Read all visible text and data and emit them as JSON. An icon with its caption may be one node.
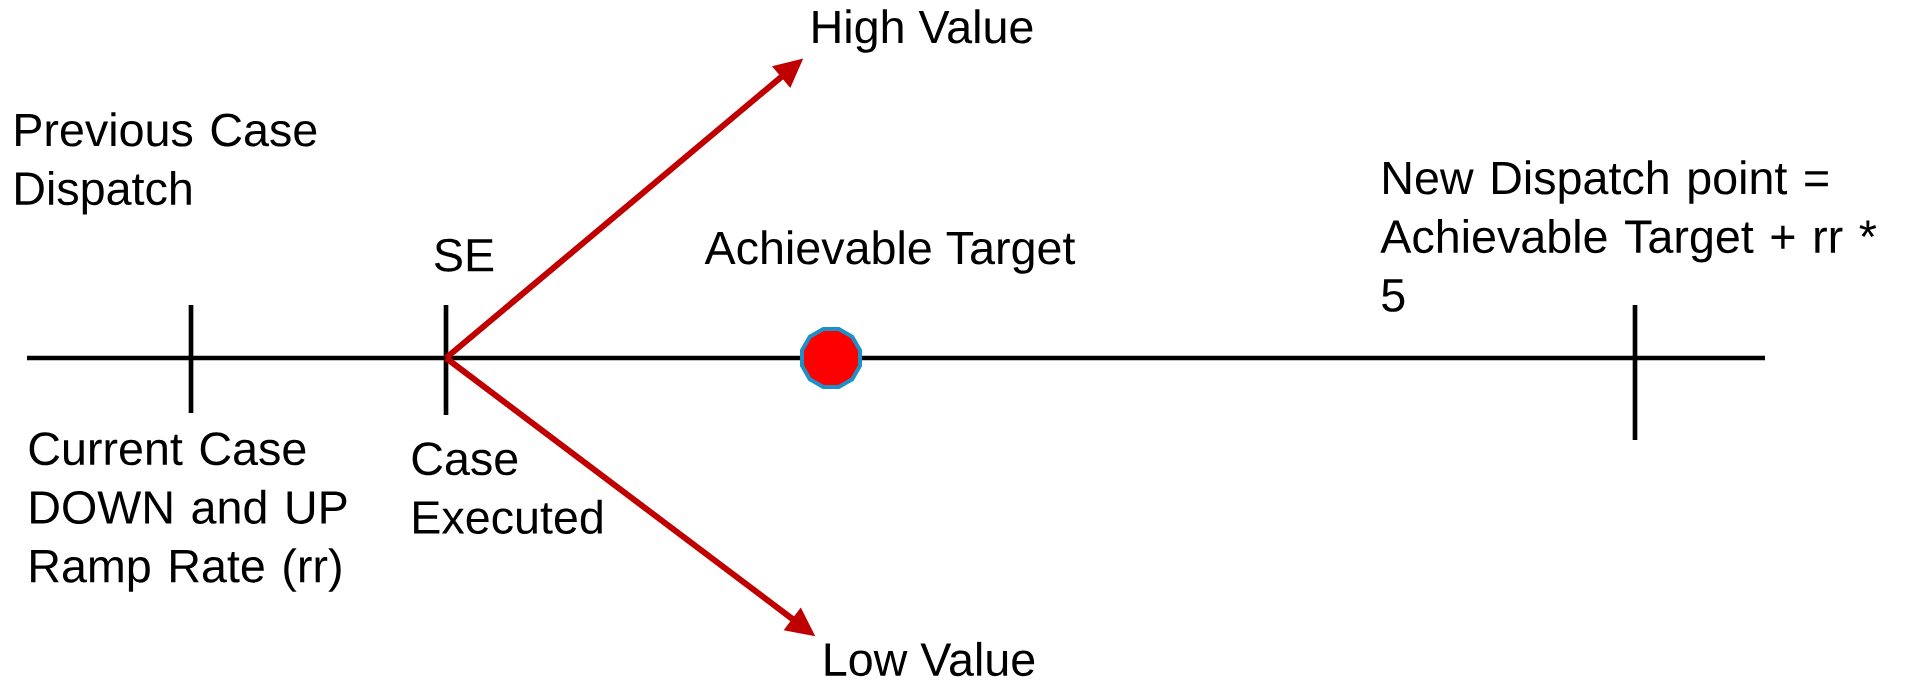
{
  "diagram": {
    "nodes": [
      {
        "text": [
          "High Value"
        ]
      },
      {
        "text": [
          "Low Value"
        ]
      },
      {
        "text": [],
        "shape": "circle"
      }
    ],
    "edges": [
      {
        "from": null,
        "to": 0,
        "arrow": "to",
        "color": "#c00000"
      },
      {
        "from": null,
        "to": 1,
        "arrow": "to",
        "color": "#c00000"
      }
    ],
    "labels": [
      "Previous Case Dispatch",
      "New Dispatch point = Achievable Target + rr * 5",
      "SE",
      "Achievable Target",
      "Current Case DOWN and UP Ramp Rate (rr)",
      "Case Executed"
    ]
  }
}
